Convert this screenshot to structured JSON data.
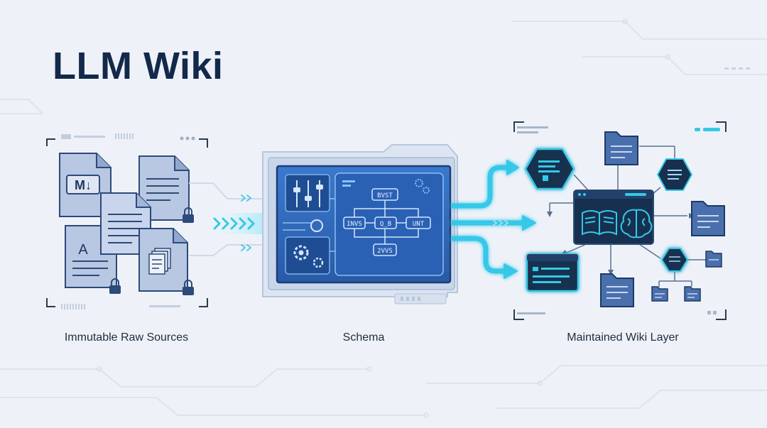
{
  "title": "LLM Wiki",
  "sections": {
    "sources_label": "Immutable Raw Sources",
    "schema_label": "Schema",
    "wiki_label": "Maintained Wiki Layer"
  },
  "schema_nodes": [
    "BVST",
    "INVS",
    "Q_B",
    "UNT",
    "2VVS"
  ],
  "doc_marks": {
    "markdown": "M↓",
    "text": "A"
  },
  "icons": {
    "document": "document-icon",
    "lock": "lock-icon",
    "folder": "folder-icon",
    "book": "open-book-icon",
    "brain": "brain-icon",
    "gear": "gear-icon",
    "slider": "sliders-icon",
    "hexagon": "hexagon-node-icon"
  },
  "colors": {
    "background": "#eef2f8",
    "title": "#13294b",
    "doc_fill": "#b8c7e2",
    "doc_stroke": "#2c4a7a",
    "panel_fill": "#2e66b8",
    "cyan_accent": "#36c8e8",
    "dark_node": "#17304f",
    "folder_fill": "#4a6fad"
  }
}
